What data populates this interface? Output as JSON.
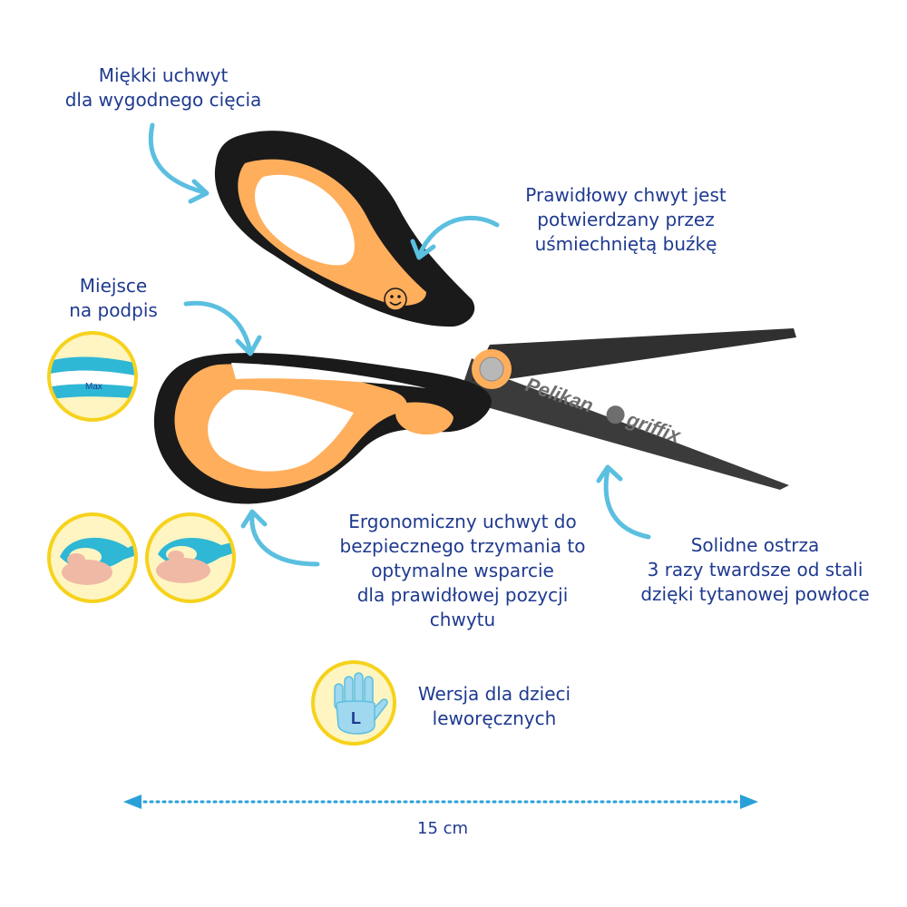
{
  "features": {
    "soft_grip": [
      "Miękki uchwyt",
      "dla wygodnego cięcia"
    ],
    "smiley": [
      "Prawidłowy chwyt jest",
      "potwierdzany przez",
      "uśmiechniętą buźkę"
    ],
    "name_space": [
      "Miejsce",
      "na podpis"
    ],
    "ergonomic": [
      "Ergonomiczny uchwyt do",
      "bezpiecznego trzymania to",
      "optymalne wsparcie",
      "dla prawidłowej pozycji",
      "chwytu"
    ],
    "blades": [
      "Solidne ostrza",
      "3 razy twardsze od stali",
      "dzięki tytanowej powłoce"
    ],
    "left_handed": [
      "Wersja dla dzieci",
      "leworęcznych"
    ]
  },
  "product": {
    "brand": "Pelikan",
    "model": "griffix",
    "name_tag": "Max",
    "hand_badge": "L"
  },
  "measure": {
    "length": "15 cm"
  },
  "colors": {
    "text": "#1f3a8f",
    "arrow": "#5bbfe0",
    "handle_orange": "#ffae5c",
    "handle_black": "#1a1a1a",
    "blade": "#3b3b3b",
    "badge_yellow": "#f6d21c"
  }
}
